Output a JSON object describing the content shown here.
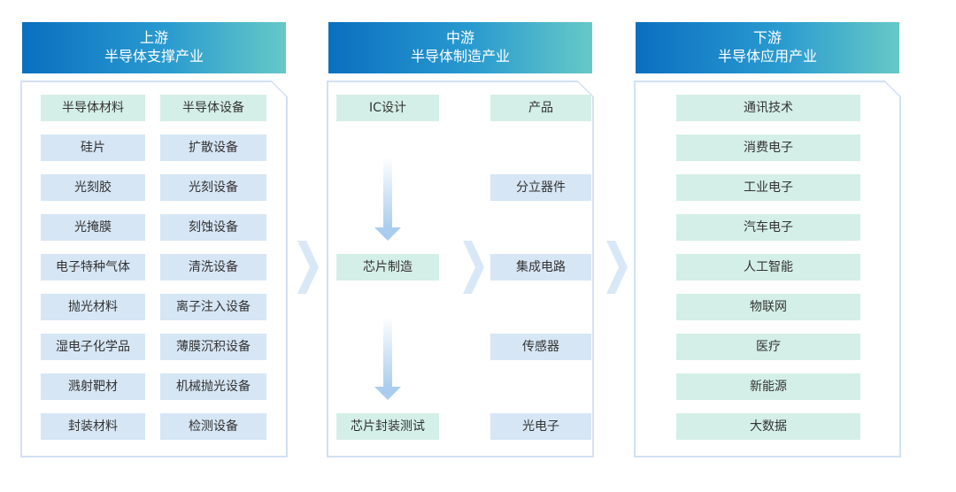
{
  "upstream": {
    "title": "上游",
    "subtitle": "半导体支撑产业",
    "left": [
      "半导体材料",
      "硅片",
      "光刻胶",
      "光掩膜",
      "电子特种气体",
      "抛光材料",
      "湿电子化学品",
      "溅射靶材",
      "封装材料"
    ],
    "right": [
      "半导体设备",
      "扩散设备",
      "光刻设备",
      "刻蚀设备",
      "清洗设备",
      "离子注入设备",
      "薄膜沉积设备",
      "机械抛光设备",
      "检测设备"
    ]
  },
  "midstream": {
    "title": "中游",
    "subtitle": "半导体制造产业",
    "process": [
      "IC设计",
      "芯片制造",
      "芯片封装测试"
    ],
    "products": [
      "产品",
      "分立器件",
      "集成电路",
      "传感器",
      "光电子"
    ]
  },
  "downstream": {
    "title": "下游",
    "subtitle": "半导体应用产业",
    "items": [
      "通讯技术",
      "消费电子",
      "工业电子",
      "汽车电子",
      "人工智能",
      "物联网",
      "医疗",
      "新能源",
      "大数据"
    ]
  },
  "colors": {
    "header_start": "#0a6fc0",
    "header_end": "#66c9c7",
    "green_box": "#d4efe7",
    "blue_box": "#d6e6f5",
    "frame": "#d3e0f3"
  }
}
